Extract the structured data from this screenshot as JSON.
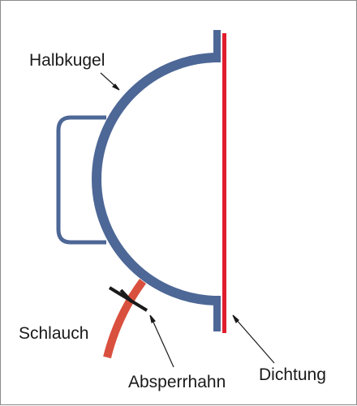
{
  "labels": {
    "halbkugel": "Halbkugel",
    "schlauch": "Schlauch",
    "absperrhahn": "Absperrhahn",
    "dichtung": "Dichtung"
  },
  "colors": {
    "hemisphere": "#4d6796",
    "seal": "#e01e2d",
    "hose": "#d9503f",
    "valve": "#1a1a1a",
    "leader_lines": "#1a1a1a",
    "frame": "#8a8a8a"
  }
}
